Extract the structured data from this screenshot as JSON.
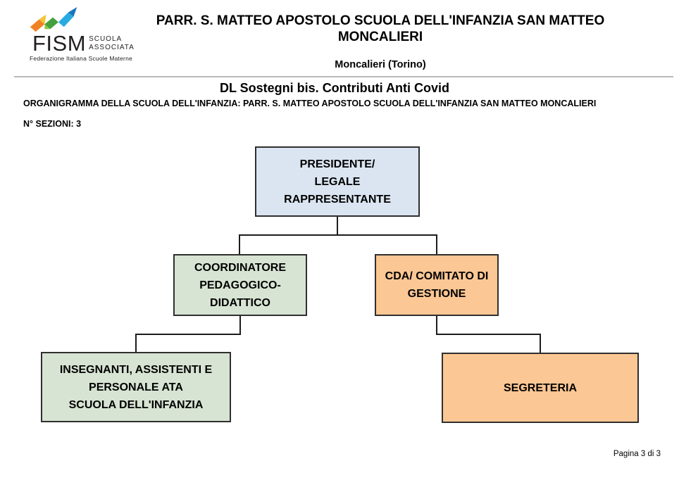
{
  "logo": {
    "acronym": "FISM",
    "badge_line1": "SCUOLA",
    "badge_line2": "ASSOCIATA",
    "subtitle": "Federazione Italiana Scuole Materne",
    "ribbon_colors": [
      "#f08223",
      "#f2c430",
      "#45a13e",
      "#8dc63f",
      "#29abe2",
      "#1b75bc"
    ]
  },
  "header": {
    "school_title": "PARR. S. MATTEO APOSTOLO SCUOLA DELL'INFANZIA SAN MATTEO MONCALIERI",
    "location": "Moncalieri (Torino)"
  },
  "document": {
    "section_title": "DL Sostegni bis. Contributi Anti Covid",
    "organigramma_heading": "ORGANIGRAMMA DELLA SCUOLA DELL'INFANZIA: PARR. S. MATTEO APOSTOLO SCUOLA DELL'INFANZIA SAN MATTEO MONCALIERI",
    "sections_count_label": "N° SEZIONI: 3"
  },
  "org_chart": {
    "nodes": {
      "presidente": {
        "label": "PRESIDENTE/\nLEGALE\nRAPPRESENTANTE",
        "fill": "#dbe5f1"
      },
      "coordinatore": {
        "label": "COORDINATORE\nPEDAGOGICO-\nDIDATTICO",
        "fill": "#d8e4d3"
      },
      "cda": {
        "label": "CDA/ COMITATO DI\nGESTIONE",
        "fill": "#fbc794"
      },
      "insegnanti": {
        "label": "INSEGNANTI, ASSISTENTI E\nPERSONALE ATA\nSCUOLA DELL'INFANZIA",
        "fill": "#d8e4d3"
      },
      "segreteria": {
        "label": "SEGRETERIA",
        "fill": "#fbc794"
      }
    },
    "hierarchy": [
      {
        "parent": "PRESIDENTE/ LEGALE RAPPRESENTANTE",
        "children": [
          "COORDINATORE PEDAGOGICO-DIDATTICO",
          "CDA/ COMITATO DI GESTIONE"
        ]
      },
      {
        "parent": "COORDINATORE PEDAGOGICO-DIDATTICO",
        "children": [
          "INSEGNANTI, ASSISTENTI E PERSONALE ATA SCUOLA DELL'INFANZIA"
        ]
      },
      {
        "parent": "CDA/ COMITATO DI GESTIONE",
        "children": [
          "SEGRETERIA"
        ]
      }
    ]
  },
  "footer": {
    "page_indicator": "Pagina 3 di 3"
  }
}
